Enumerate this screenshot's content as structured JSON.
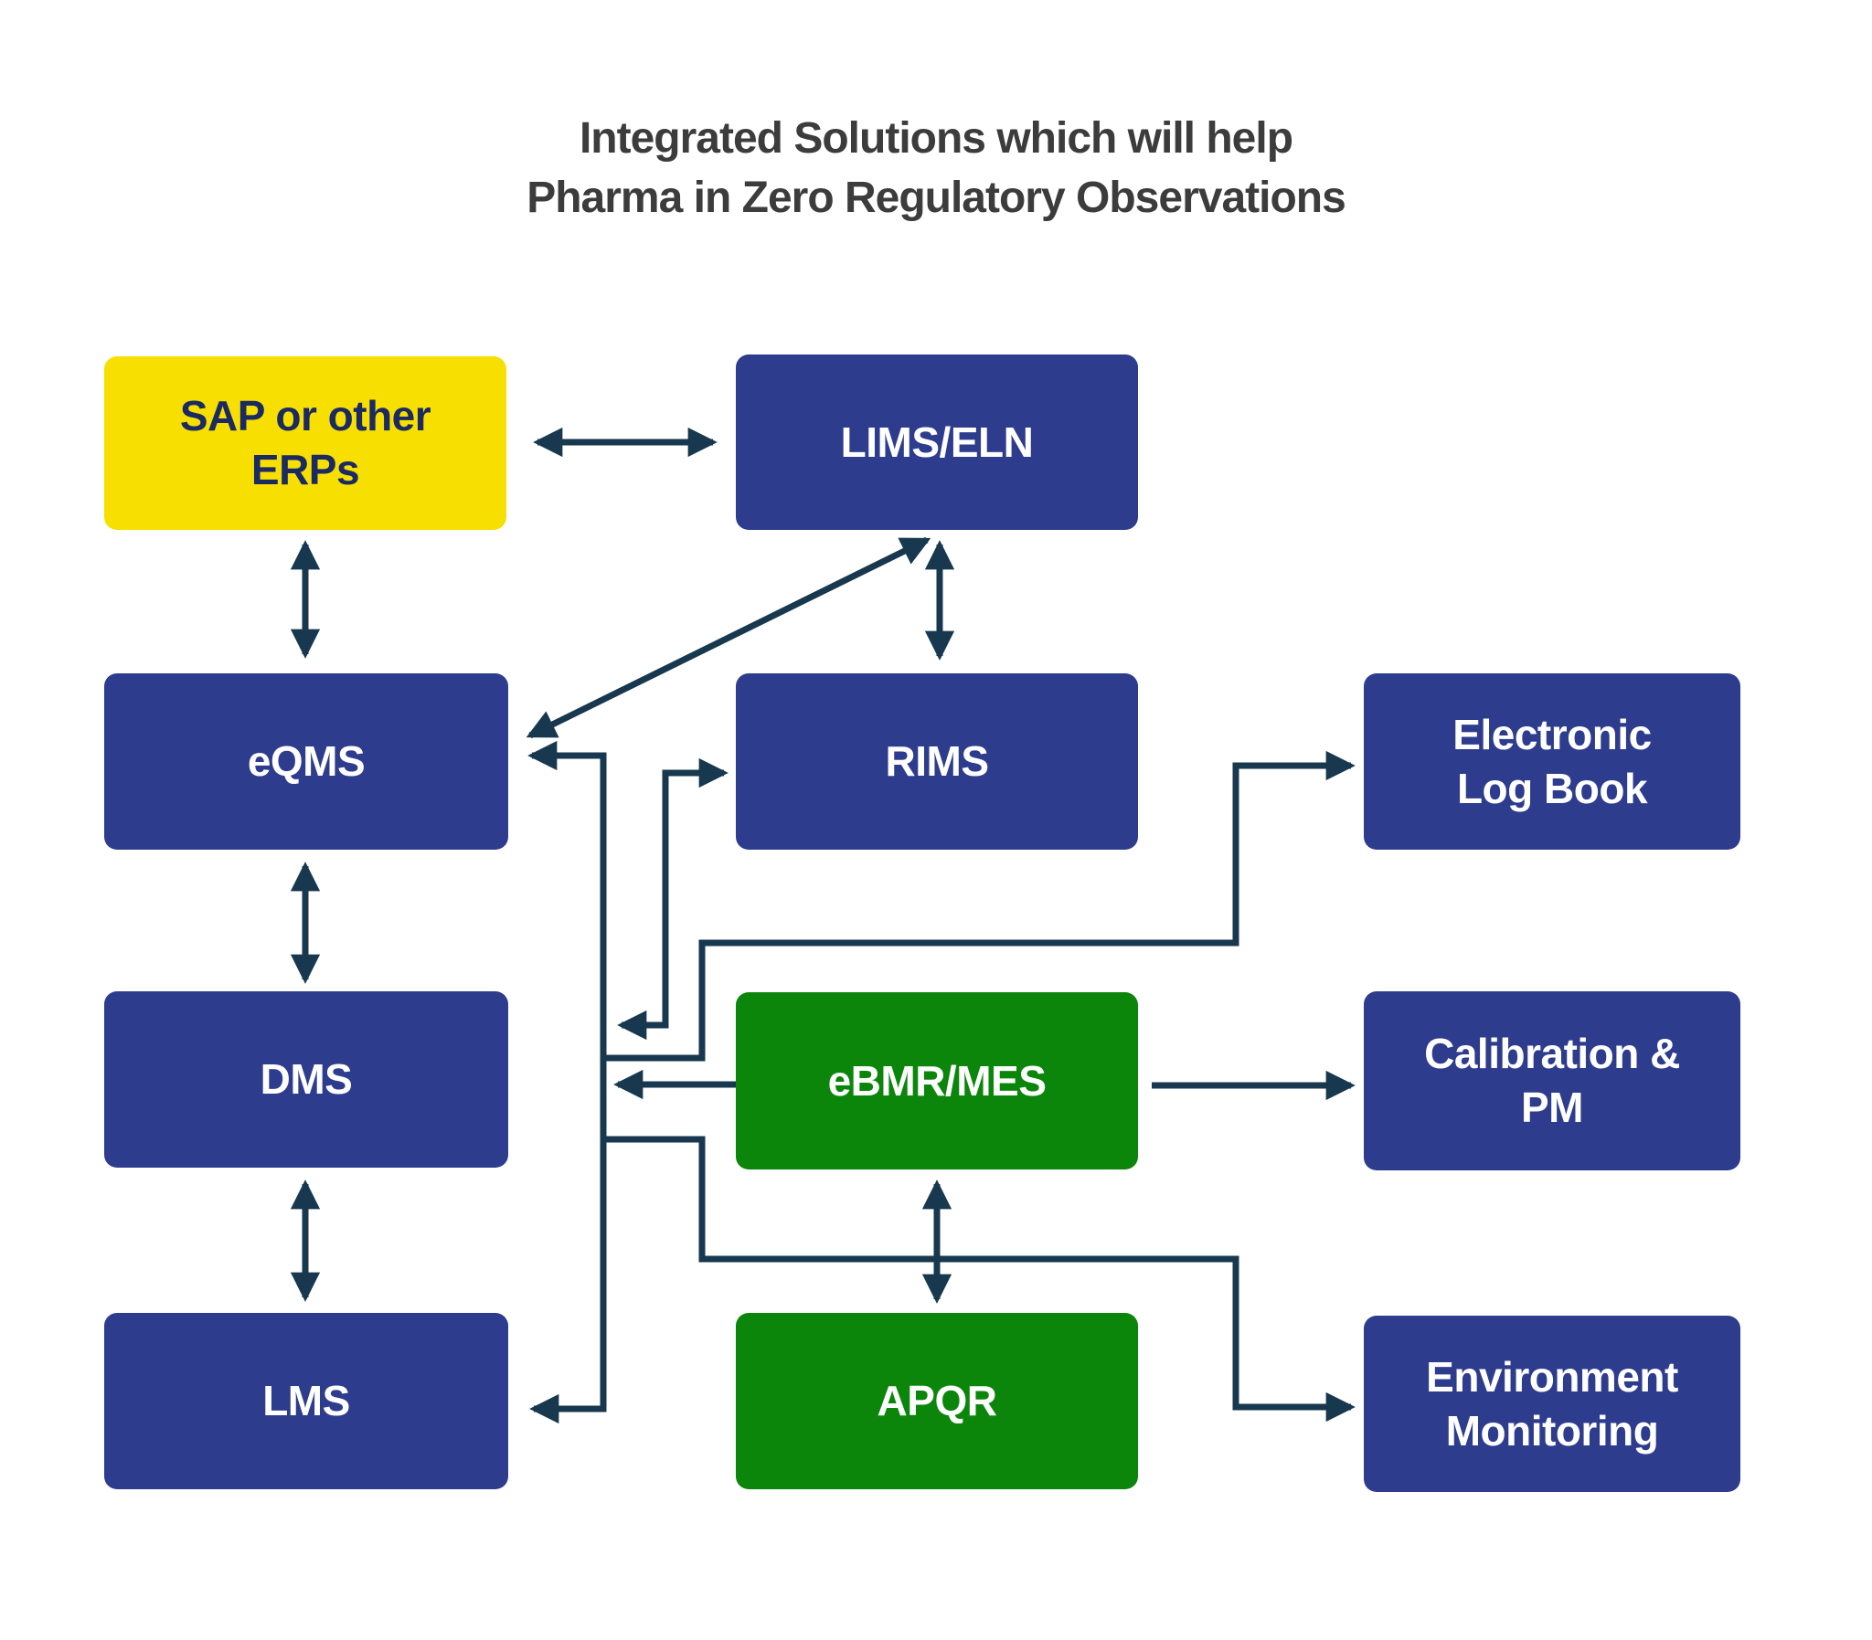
{
  "title": {
    "text": "Integrated Solutions which will help\nPharma in Zero Regulatory Observations"
  },
  "nodes": {
    "sap": {
      "label": "SAP or other\nERPs",
      "color": "yellow"
    },
    "lims": {
      "label": "LIMS/ELN",
      "color": "blue"
    },
    "eqms": {
      "label": "eQMS",
      "color": "blue"
    },
    "rims": {
      "label": "RIMS",
      "color": "blue"
    },
    "electronic_log_book": {
      "label": "Electronic\nLog Book",
      "color": "blue"
    },
    "dms": {
      "label": "DMS",
      "color": "blue"
    },
    "ebmr_mes": {
      "label": "eBMR/MES",
      "color": "green"
    },
    "calibration_pm": {
      "label": "Calibration &\nPM",
      "color": "blue"
    },
    "lms": {
      "label": "LMS",
      "color": "blue"
    },
    "apqr": {
      "label": "APQR",
      "color": "green"
    },
    "environment_monitoring": {
      "label": "Environment\nMonitoring",
      "color": "blue"
    }
  },
  "connections": [
    {
      "from": "SAP or other ERPs",
      "to": "LIMS/ELN",
      "arrows": "both",
      "style": "straight"
    },
    {
      "from": "SAP or other ERPs",
      "to": "eQMS",
      "arrows": "both",
      "style": "straight"
    },
    {
      "from": "LIMS/ELN",
      "to": "RIMS",
      "arrows": "both",
      "style": "straight"
    },
    {
      "from": "LIMS/ELN",
      "to": "eQMS",
      "arrows": "both",
      "style": "diagonal"
    },
    {
      "from": "eQMS",
      "to": "DMS",
      "arrows": "both",
      "style": "straight"
    },
    {
      "from": "DMS",
      "to": "LMS",
      "arrows": "both",
      "style": "straight"
    },
    {
      "from": "eBMR/MES",
      "to": "APQR",
      "arrows": "both",
      "style": "straight"
    },
    {
      "from": "bus",
      "to": "eQMS",
      "arrows": "end",
      "style": "elbow"
    },
    {
      "from": "bus",
      "to": "LMS",
      "arrows": "end",
      "style": "elbow"
    },
    {
      "from": "RIMS",
      "to": "bus",
      "arrows": "both",
      "style": "elbow"
    },
    {
      "from": "eBMR/MES",
      "to": "bus",
      "arrows": "end",
      "style": "straight"
    },
    {
      "from": "bus",
      "to": "Electronic Log Book",
      "arrows": "end",
      "style": "elbow"
    },
    {
      "from": "bus",
      "to": "Environment Monitoring",
      "arrows": "end",
      "style": "elbow"
    },
    {
      "from": "eBMR/MES",
      "to": "Calibration & PM",
      "arrows": "end",
      "style": "straight"
    }
  ],
  "theme": {
    "background": "#FFFFFF",
    "box-blue": "#2E3C8E",
    "box-green": "#0B860B",
    "box-yellow": "#F7E001",
    "text-light": "#FFFFFF",
    "text-dark": "#1B2A62",
    "title-color": "#3C3C3C",
    "line-color": "#17384E"
  }
}
